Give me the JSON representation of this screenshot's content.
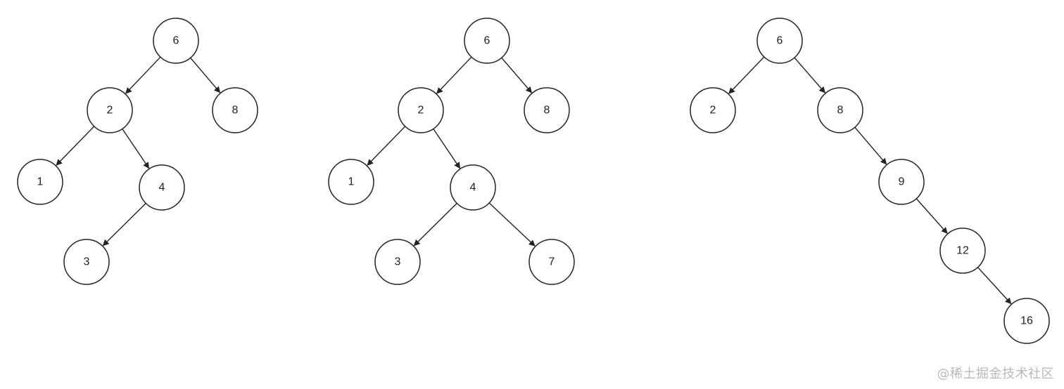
{
  "colors": {
    "stroke": "#222222",
    "node_fill": "#ffffff",
    "label": "#222222",
    "watermark": "#b8b8b8"
  },
  "trees": [
    {
      "id": "tree-1",
      "nodes": [
        {
          "id": "t1-n6",
          "label": "6"
        },
        {
          "id": "t1-n2",
          "label": "2"
        },
        {
          "id": "t1-n8",
          "label": "8"
        },
        {
          "id": "t1-n1",
          "label": "1"
        },
        {
          "id": "t1-n4",
          "label": "4"
        },
        {
          "id": "t1-n3",
          "label": "3"
        }
      ],
      "edges": [
        {
          "from": "t1-n6",
          "to": "t1-n2"
        },
        {
          "from": "t1-n6",
          "to": "t1-n8"
        },
        {
          "from": "t1-n2",
          "to": "t1-n1"
        },
        {
          "from": "t1-n2",
          "to": "t1-n4"
        },
        {
          "from": "t1-n4",
          "to": "t1-n3"
        }
      ]
    },
    {
      "id": "tree-2",
      "nodes": [
        {
          "id": "t2-n6",
          "label": "6"
        },
        {
          "id": "t2-n2",
          "label": "2"
        },
        {
          "id": "t2-n8",
          "label": "8"
        },
        {
          "id": "t2-n1",
          "label": "1"
        },
        {
          "id": "t2-n4",
          "label": "4"
        },
        {
          "id": "t2-n3",
          "label": "3"
        },
        {
          "id": "t2-n7",
          "label": "7"
        }
      ],
      "edges": [
        {
          "from": "t2-n6",
          "to": "t2-n2"
        },
        {
          "from": "t2-n6",
          "to": "t2-n8"
        },
        {
          "from": "t2-n2",
          "to": "t2-n1"
        },
        {
          "from": "t2-n2",
          "to": "t2-n4"
        },
        {
          "from": "t2-n4",
          "to": "t2-n3"
        },
        {
          "from": "t2-n4",
          "to": "t2-n7"
        }
      ]
    },
    {
      "id": "tree-3",
      "nodes": [
        {
          "id": "t3-n6",
          "label": "6"
        },
        {
          "id": "t3-n2",
          "label": "2"
        },
        {
          "id": "t3-n8",
          "label": "8"
        },
        {
          "id": "t3-n9",
          "label": "9"
        },
        {
          "id": "t3-n12",
          "label": "12"
        },
        {
          "id": "t3-n16",
          "label": "16"
        }
      ],
      "edges": [
        {
          "from": "t3-n6",
          "to": "t3-n2"
        },
        {
          "from": "t3-n6",
          "to": "t3-n8"
        },
        {
          "from": "t3-n8",
          "to": "t3-n9"
        },
        {
          "from": "t3-n9",
          "to": "t3-n12"
        },
        {
          "from": "t3-n12",
          "to": "t3-n16"
        }
      ]
    }
  ],
  "watermark": "@稀土掘金技术社区"
}
